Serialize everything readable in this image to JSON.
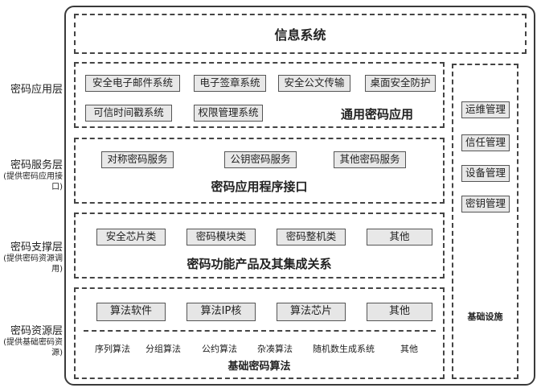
{
  "left_labels": [
    {
      "main": "密码应用层",
      "sub": ""
    },
    {
      "main": "密码服务层",
      "sub": "(提供密码应用接口)"
    },
    {
      "main": "密码支撑层",
      "sub": "(提供密码资源调用)"
    },
    {
      "main": "密码资源层",
      "sub": "(提供基础密码资源)"
    }
  ],
  "info_system": "信息系统",
  "app_layer": {
    "title": "通用密码应用",
    "items": [
      "安全电子邮件系统",
      "电子签章系统",
      "安全公文传输",
      "桌面安全防护",
      "可信时间戳系统",
      "权限管理系统"
    ]
  },
  "service_layer": {
    "title": "密码应用程序接口",
    "items": [
      "对称密码服务",
      "公钥密码服务",
      "其他密码服务"
    ]
  },
  "support_layer": {
    "title": "密码功能产品及其集成关系",
    "items": [
      "安全芯片类",
      "密码模块类",
      "密码整机类",
      "其他"
    ]
  },
  "resource_layer": {
    "title": "基础密码算法",
    "items": [
      "算法软件",
      "算法IP核",
      "算法芯片",
      "其他"
    ],
    "algorithms": [
      "序列算法",
      "分组算法",
      "公约算法",
      "杂凑算法",
      "随机数生成系统",
      "其他"
    ]
  },
  "infrastructure": {
    "title": "基础设施",
    "items": [
      "运维管理",
      "信任管理",
      "设备管理",
      "密钥管理"
    ]
  }
}
